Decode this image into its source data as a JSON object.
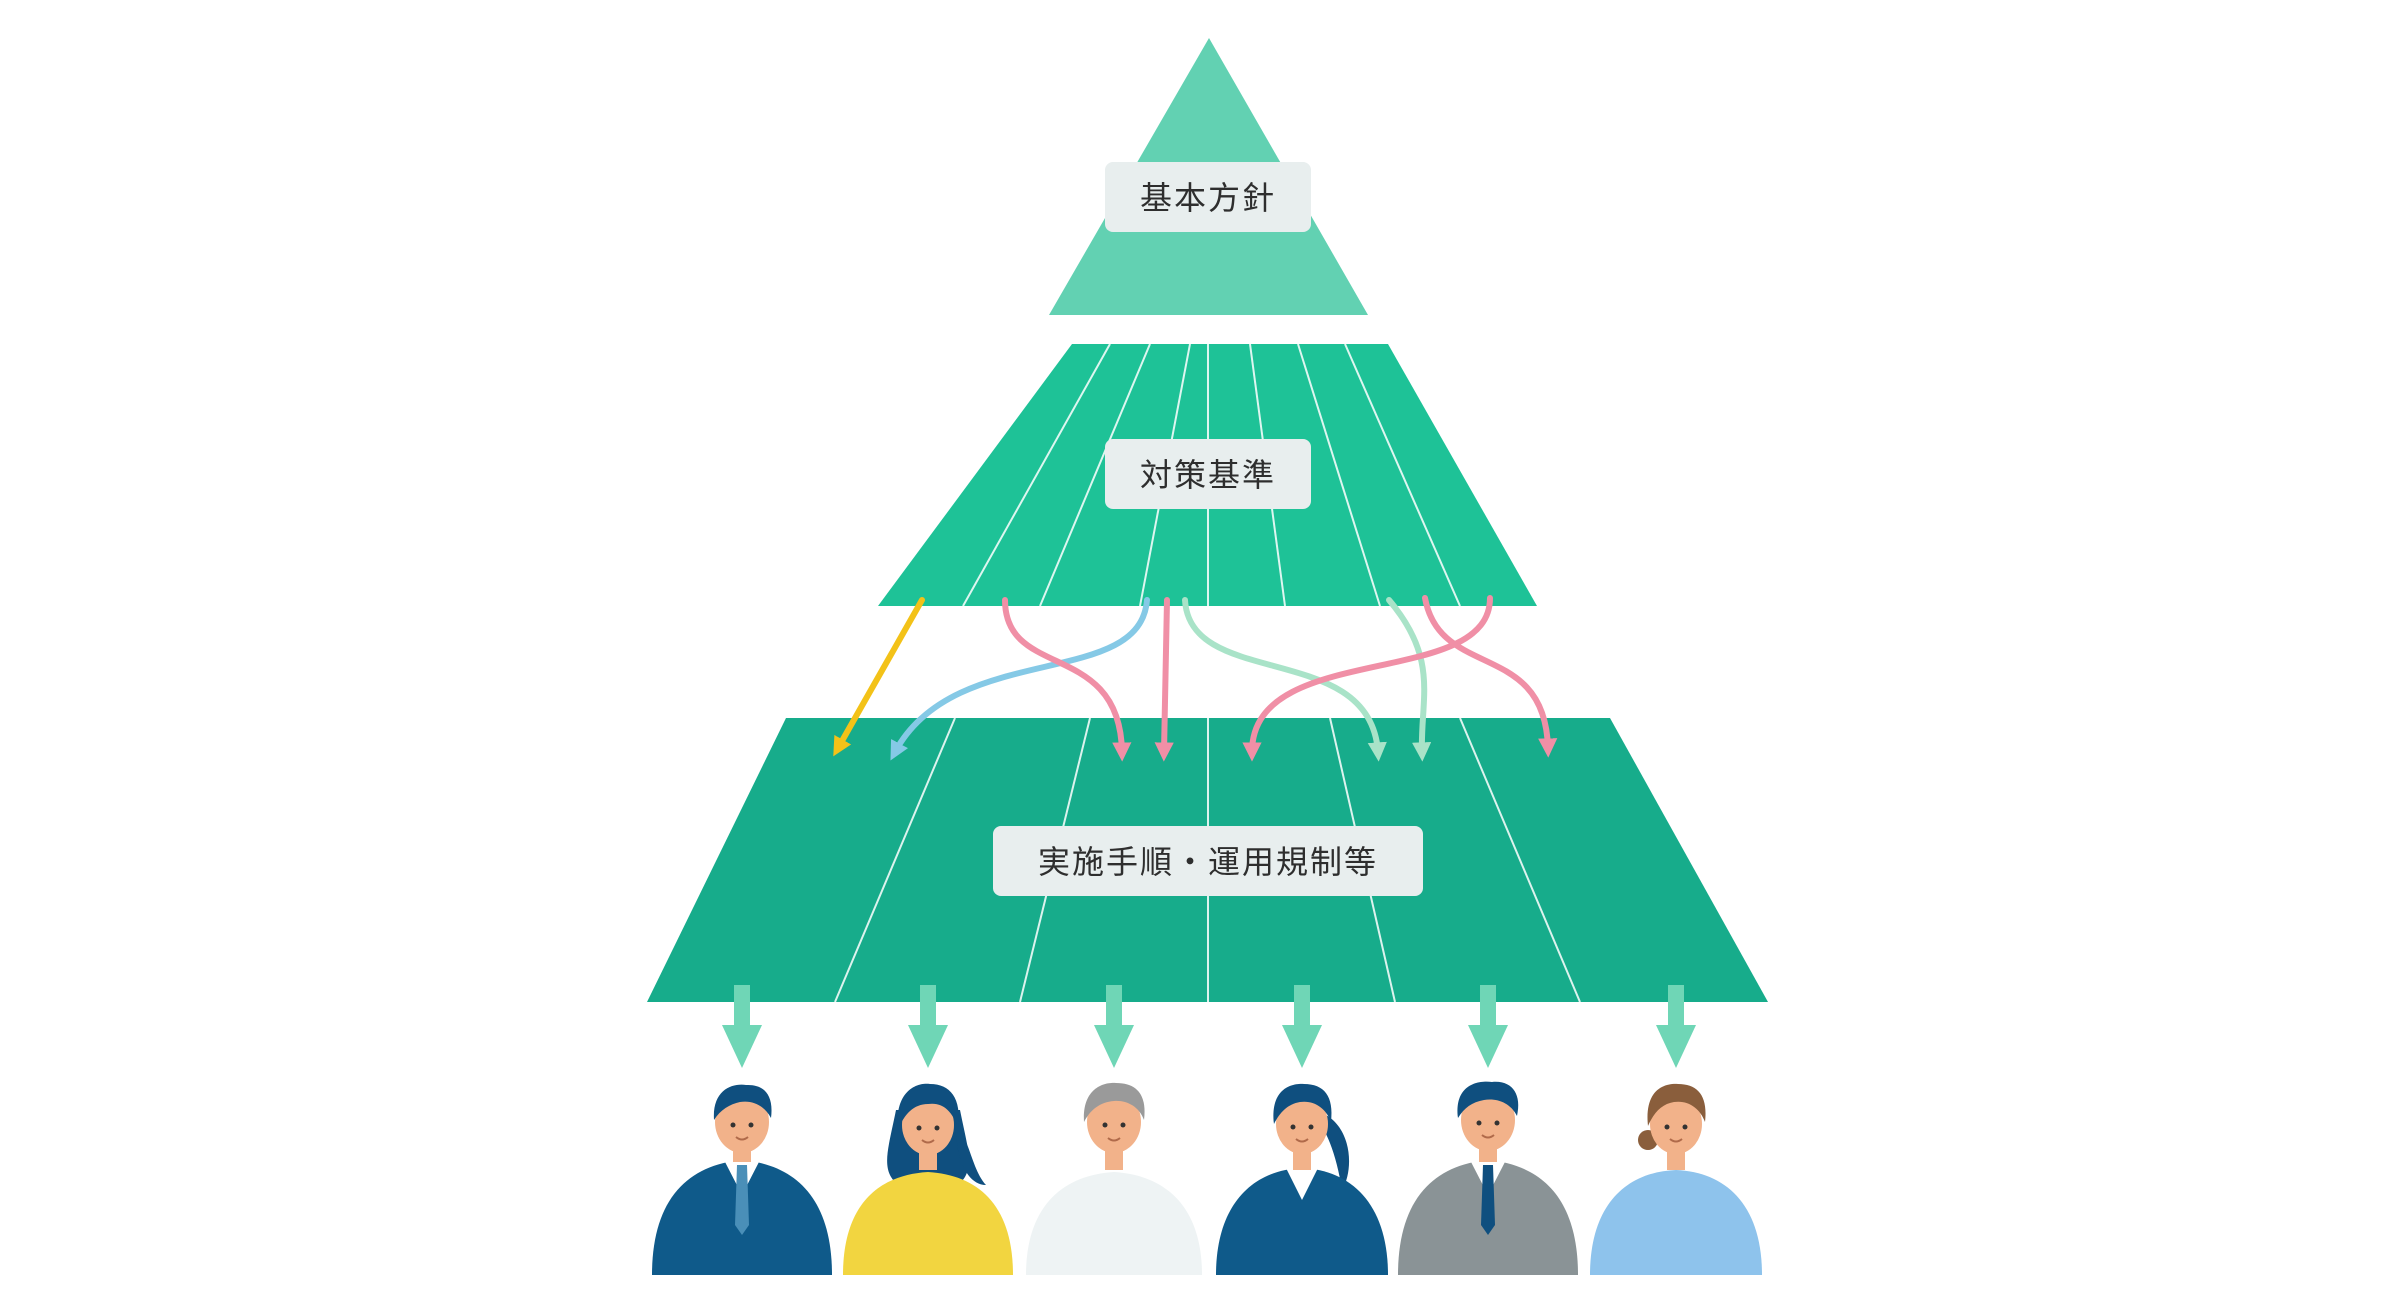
{
  "tiers": {
    "top": {
      "label": "基本方針"
    },
    "middle": {
      "label": "対策基準"
    },
    "bottom": {
      "label": "実施手順・運用規制等"
    }
  },
  "people_count": 6,
  "colors": {
    "top_tier": "#62d1b2",
    "middle_tier": "#1ec297",
    "bottom_tier": "#17ac8b",
    "label_box": "#e8eeee",
    "down_arrows": "#6fd6b6",
    "flow_pink": "#f08fa6",
    "flow_blue": "#85c9e6",
    "flow_mint": "#a9e3c8",
    "flow_yellow": "#f3c218"
  },
  "icons": [
    "person-icon",
    "down-arrow-icon",
    "flow-arrow-icon"
  ]
}
